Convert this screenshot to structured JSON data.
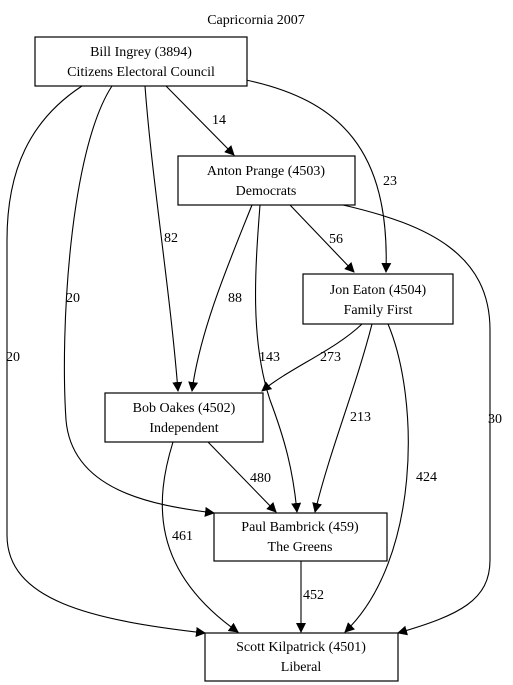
{
  "title": "Capricornia 2007",
  "nodes": {
    "ingrey": {
      "name": "Bill Ingrey (3894)",
      "party": "Citizens Electoral Council"
    },
    "prange": {
      "name": "Anton Prange (4503)",
      "party": "Democrats"
    },
    "eaton": {
      "name": "Jon Eaton (4504)",
      "party": "Family First"
    },
    "oakes": {
      "name": "Bob Oakes (4502)",
      "party": "Independent"
    },
    "bambrick": {
      "name": "Paul Bambrick (459)",
      "party": "The Greens"
    },
    "kilpatrick": {
      "name": "Scott Kilpatrick (4501)",
      "party": "Liberal"
    }
  },
  "edges": {
    "ingrey_prange": "14",
    "ingrey_eaton": "23",
    "ingrey_oakes": "82",
    "ingrey_bambrick": "20",
    "ingrey_kilpatrick": "20",
    "prange_eaton": "56",
    "prange_oakes": "88",
    "prange_bambrick": "143",
    "prange_kilpatrick": "30",
    "eaton_oakes": "273",
    "eaton_bambrick": "213",
    "eaton_kilpatrick": "424",
    "oakes_bambrick": "480",
    "oakes_kilpatrick": "461",
    "bambrick_kilpatrick": "452"
  }
}
